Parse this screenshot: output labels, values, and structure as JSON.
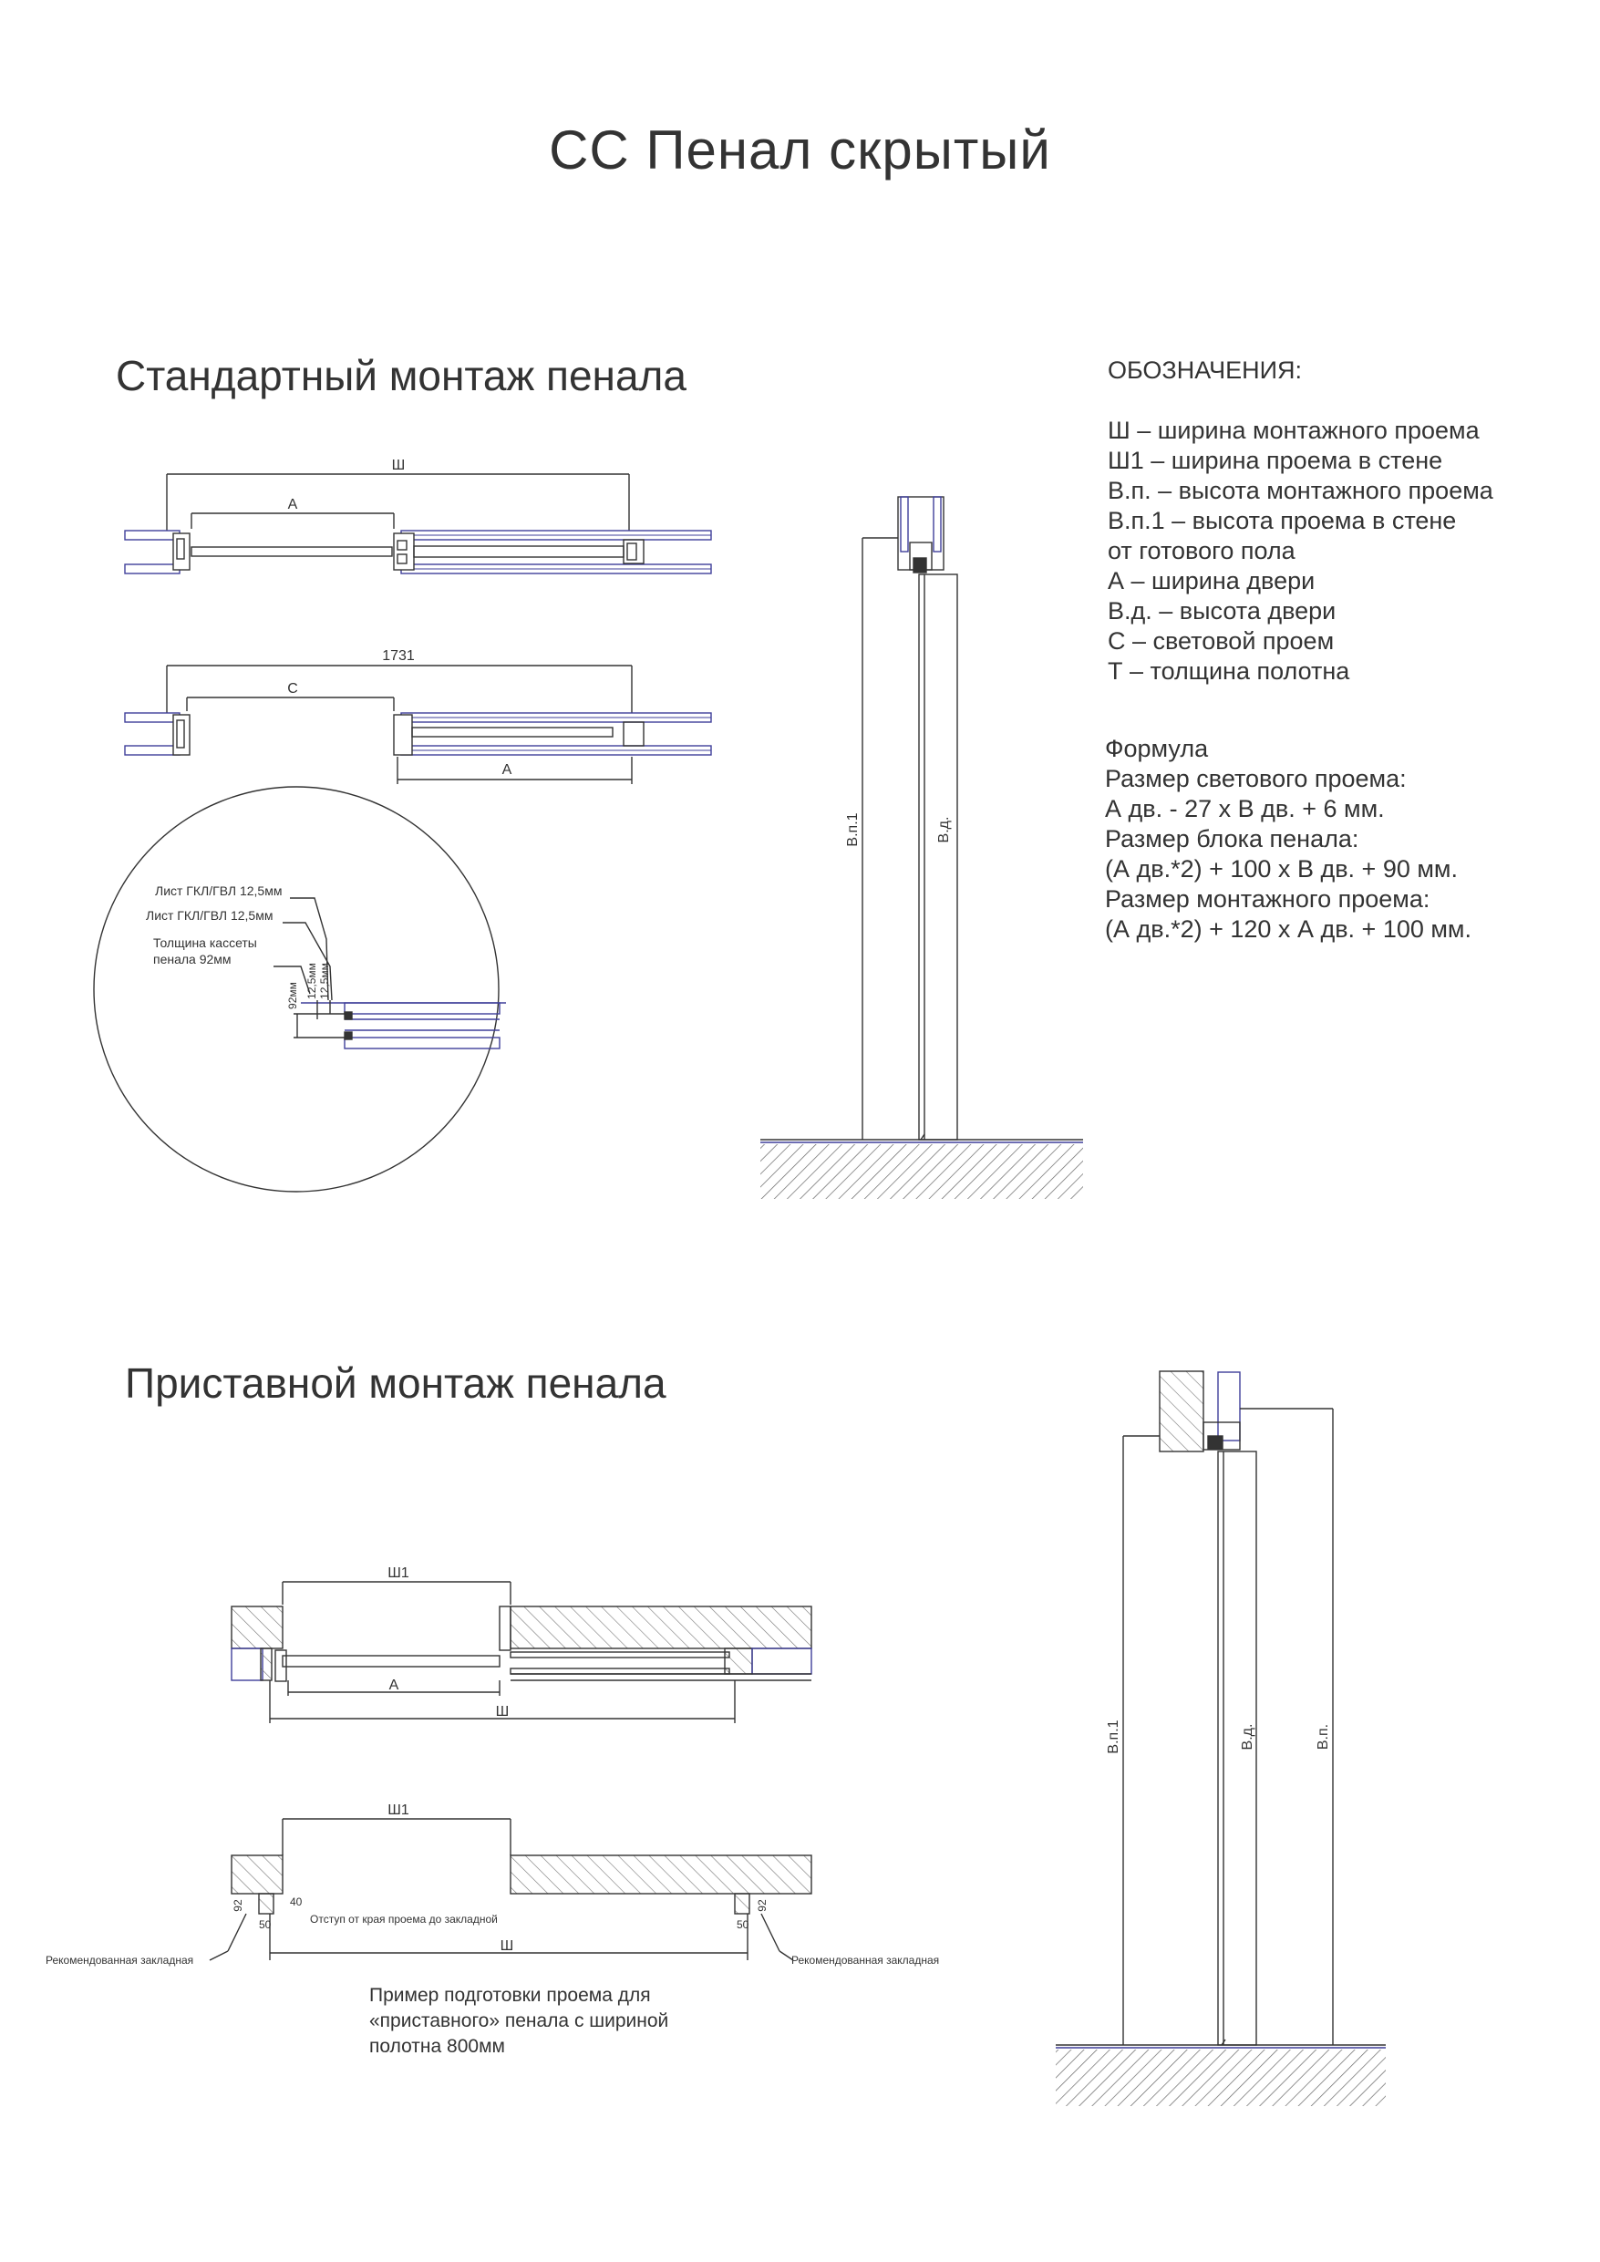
{
  "title": "СС Пенал скрытый",
  "sections": {
    "standard": "Стандартный монтаж пенала",
    "attached": "Приставной монтаж пенала"
  },
  "legend": {
    "heading": "ОБОЗНАЧЕНИЯ:",
    "items": [
      "Ш – ширина монтажного проема",
      "Ш1 – ширина проема в стене",
      "В.п. – высота монтажного проема",
      "В.п.1 – высота проема в стене",
      "от готового пола",
      "А – ширина двери",
      "В.д. – высота двери",
      "С – световой проем",
      "Т – толщина полотна"
    ]
  },
  "formula": {
    "heading": "Формула",
    "lines": [
      "Размер светового проема:",
      "А дв. - 27 х В дв. + 6 мм.",
      "Размер блока пенала:",
      "(А дв.*2) + 100 х В дв. + 90 мм.",
      "Размер монтажного проема:",
      "(А дв.*2) + 120 х А дв. + 100 мм."
    ]
  },
  "drawing_labels": {
    "sh": "Ш",
    "a": "А",
    "c": "С",
    "dim_1731": "1731",
    "sh1": "Ш1",
    "vp1": "В.п.1",
    "vd": "В.д.",
    "vp": "В.п.",
    "sheet1": "Лист ГКЛ/ГВЛ 12,5мм",
    "sheet2": "Лист ГКЛ/ГВЛ 12,5мм",
    "cassette1": "Толщина кассеты",
    "cassette2": "пенала 92мм",
    "d92mm": "92мм",
    "d125a": "12,5мм",
    "d125b": "12,5мм",
    "d92": "92",
    "d40": "40",
    "d50": "50",
    "offset_note": "Отступ от края проема до закладной",
    "recommended_left": "Рекомендованная закладная",
    "recommended_right": "Рекомендованная закладная"
  },
  "example_note": [
    "Пример подготовки проема для",
    "«приставного» пенала с шириной",
    "полотна 800мм"
  ],
  "colors": {
    "ink": "#333333",
    "drywall_blue": "#3f3f9a",
    "hatch": "#555555"
  }
}
